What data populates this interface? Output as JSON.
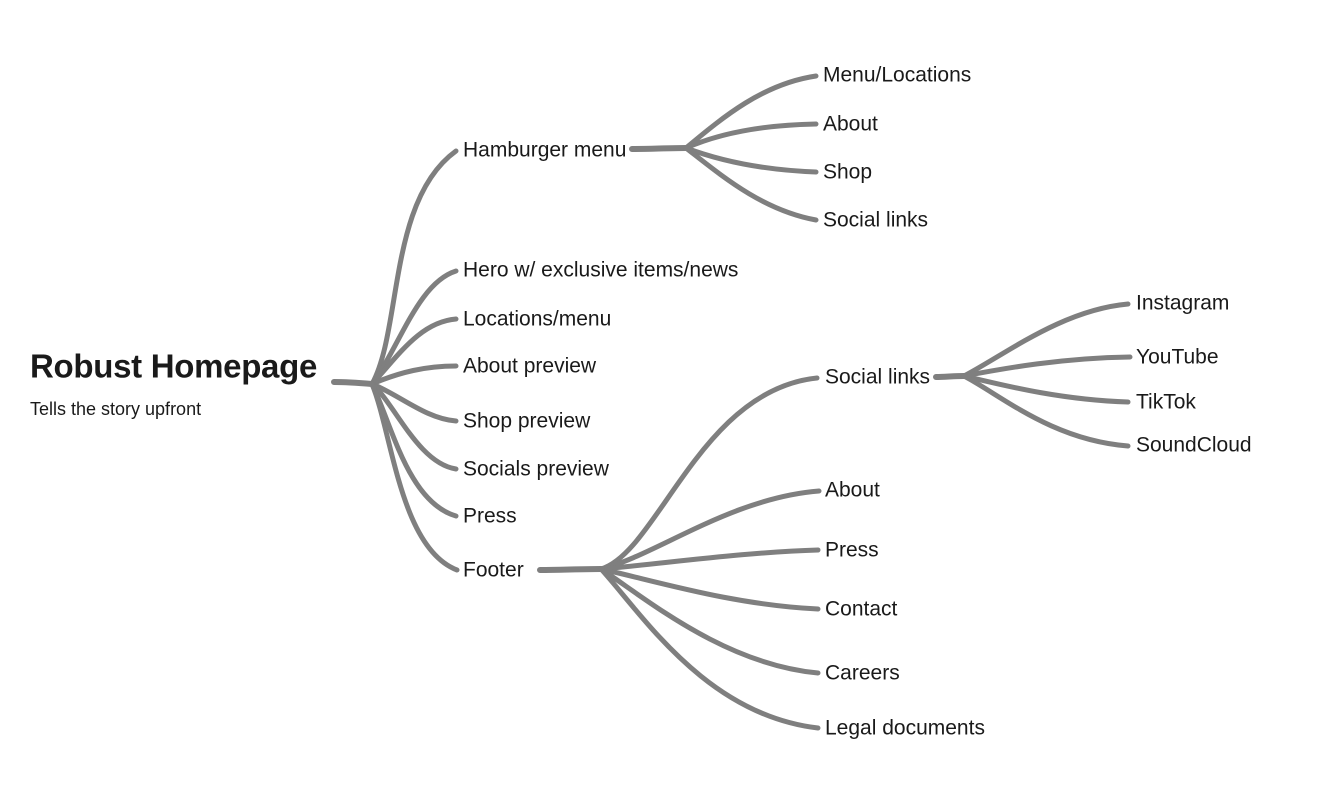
{
  "mindmap": {
    "root": {
      "title": "Robust Homepage",
      "subtitle": "Tells the story upfront"
    },
    "branches": [
      {
        "label": "Hamburger menu",
        "children": [
          {
            "label": "Menu/Locations"
          },
          {
            "label": "About"
          },
          {
            "label": "Shop"
          },
          {
            "label": "Social links"
          }
        ]
      },
      {
        "label": "Hero w/ exclusive items/news"
      },
      {
        "label": "Locations/menu"
      },
      {
        "label": "About preview"
      },
      {
        "label": "Shop preview"
      },
      {
        "label": "Socials preview"
      },
      {
        "label": "Press"
      },
      {
        "label": "Footer",
        "children": [
          {
            "label": "Social links",
            "children": [
              {
                "label": "Instagram"
              },
              {
                "label": "YouTube"
              },
              {
                "label": "TikTok"
              },
              {
                "label": "SoundCloud"
              }
            ]
          },
          {
            "label": "About"
          },
          {
            "label": "Press"
          },
          {
            "label": "Contact"
          },
          {
            "label": "Careers"
          },
          {
            "label": "Legal documents"
          }
        ]
      }
    ]
  },
  "colors": {
    "branch_line": "#7f7f7f",
    "node_text": "#1a1a1a"
  }
}
